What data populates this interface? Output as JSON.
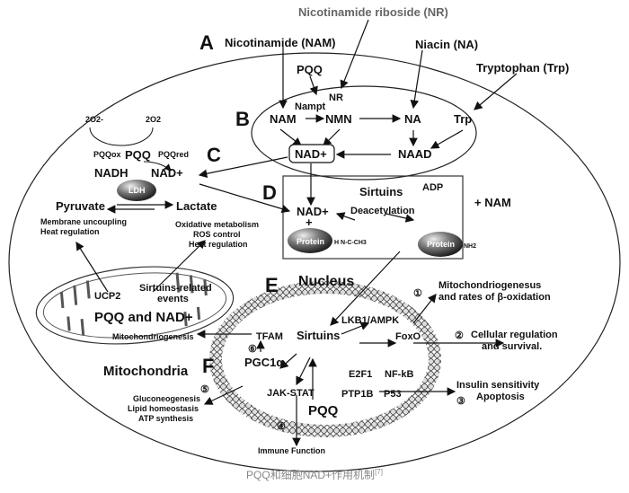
{
  "labels": {
    "A": "A",
    "B": "B",
    "C": "C",
    "D": "D",
    "E": "E",
    "F": "F",
    "nam_source": "Nicotinamide (NAM)",
    "nr_source": "Nicotinamide riboside (NR)",
    "niacin": "Niacin (NA)",
    "tryptophan": "Tryptophan (Trp)",
    "pqq_top": "PQQ",
    "nr": "NR",
    "nampt": "Nampt",
    "nam": "NAM",
    "nmn": "NMN",
    "na": "NA",
    "trp": "Trp",
    "nad_box": "NAD+",
    "naad": "NAAD",
    "o2_minus": "2O2-",
    "o2": "2O2",
    "pqq_ox": "PQQox",
    "pqq_mid": "PQQ",
    "pqq_red": "PQQred",
    "nadh": "NADH",
    "nad_c": "NAD+",
    "ldh": "LDH",
    "pyruvate": "Pyruvate",
    "lactate": "Lactate",
    "membrane_uncoupling": "Membrane uncoupling",
    "heat_regulation_1": "Heat regulation",
    "oxidative_metabolism": "Oxidative metabolism",
    "ros_control": "ROS control",
    "heat_regulation_2": "Heat regulation",
    "sirtuins_d": "Sirtuins",
    "adp": "ADP",
    "plus_nam": "+ NAM",
    "nad_d": "NAD+",
    "plus": "+",
    "deacetylation": "Deacetylation",
    "protein_1": "Protein",
    "protein_2": "Protein",
    "acetyl": "H N-C-CH3",
    "nh2": "NH2",
    "nucleus": "Nucleus",
    "ucp2": "UCP2",
    "sirtuins_related": "Sirtuins-related",
    "events": "events",
    "pqq_and_nad": "PQQ and NAD+",
    "mitochondriogenesis": "Mitochondriogenesis",
    "mitochondria": "Mitochondria",
    "tfam": "TFAM",
    "sirtuins_e": "Sirtuins",
    "foxo": "FoxO",
    "lkb1": "LKB1/AMPK",
    "pgc1a": "PGC1α",
    "jak_stat": "JAK-STAT",
    "e2f1": "E2F1",
    "nfkb": "NF-kB",
    "ptp1b": "PTP1B",
    "p53": "P53",
    "pqq_e": "PQQ",
    "n1": "①",
    "n2": "②",
    "n3": "③",
    "n4": "④",
    "n5": "⑤",
    "n6": "⑥",
    "mito_rates_1": "Mitochondriogenesus",
    "mito_rates_2": "and rates of β-oxidation",
    "cellular_1": "Cellular regulation",
    "cellular_2": "and survival.",
    "insulin": "Insulin sensitivity",
    "apoptosis": "Apoptosis",
    "gluconeo": "Gluconeogenesis",
    "lipid": "Lipid homeostasis",
    "atp": "ATP synthesis",
    "immune": "Immune Function"
  },
  "caption": {
    "text": "PQQ和细胞NAD+作用机制",
    "ref": "[7]"
  }
}
